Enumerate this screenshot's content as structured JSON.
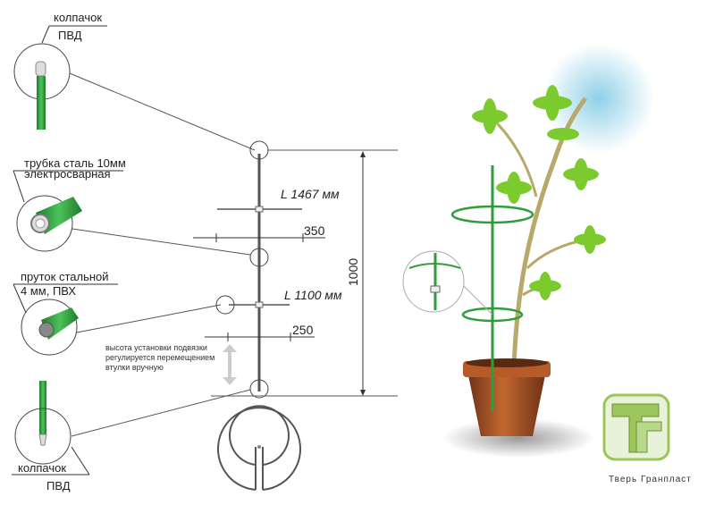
{
  "callouts": {
    "top_cap": {
      "line1": "колпачок",
      "line2": "ПВД"
    },
    "tube": {
      "line1": "трубка сталь 10мм",
      "line2": "электросварная"
    },
    "rod": {
      "line1": "пруток стальной",
      "line2": "4 мм, ПВХ"
    },
    "bottom_cap": {
      "line1": "колпачок",
      "line2": "ПВД"
    }
  },
  "dimensions": {
    "upper_ring_length": "L 1467 мм",
    "upper_ring_diameter": "350",
    "lower_ring_length": "L 1100 мм",
    "lower_ring_diameter": "250",
    "height": "1000"
  },
  "note": {
    "line1": "высота установки подвязки",
    "line2": "регулируется перемещением",
    "line3": "втулки вручную"
  },
  "brand": {
    "name": "Тверь Гранпласт",
    "logo_letters": "ТГ"
  },
  "colors": {
    "green": "#2e9e3c",
    "line": "#555555",
    "logo": "#9cc55a"
  }
}
